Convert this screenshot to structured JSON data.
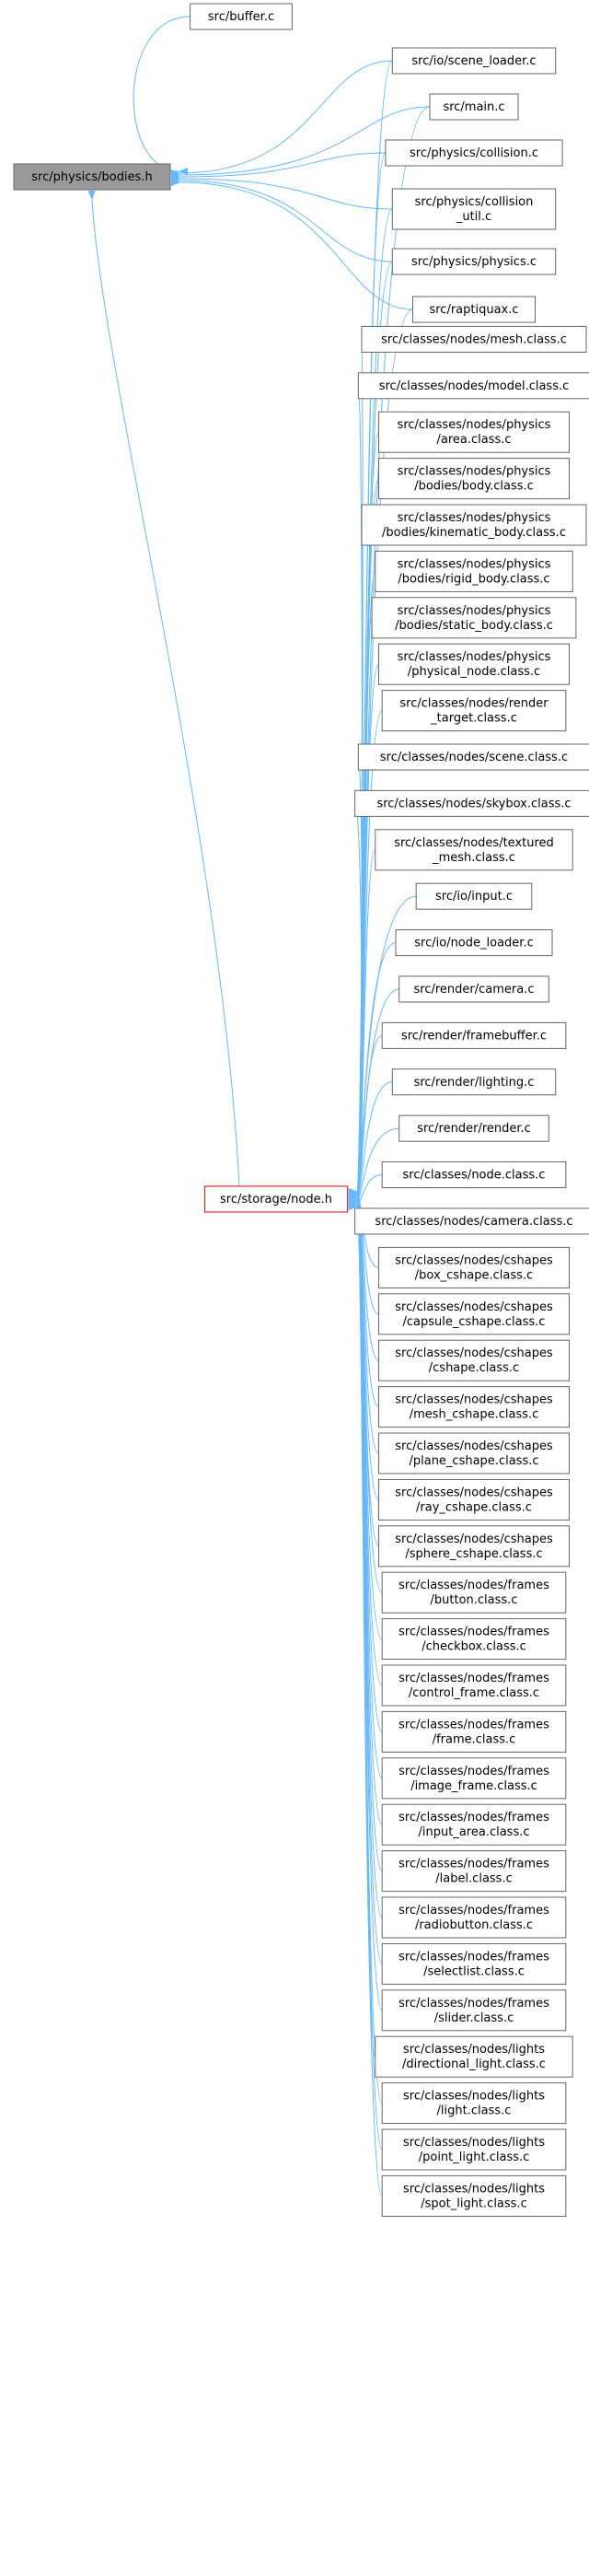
{
  "graph": {
    "focus": "src/physics/bodies.h",
    "mid": "src/storage/node.h",
    "colors": {
      "edge": "#63b8ff",
      "node_border": "#666666",
      "focus_fill": "#999999",
      "mid_border": "#ff0000",
      "node_fill": "#ffffff"
    },
    "direct_includers": [
      [
        "src/buffer.c"
      ],
      [
        "src/io/scene_loader.c"
      ],
      [
        "src/main.c"
      ],
      [
        "src/physics/collision.c"
      ],
      [
        "src/physics/collision",
        "_util.c"
      ],
      [
        "src/physics/physics.c"
      ],
      [
        "src/raptiquax.c"
      ]
    ],
    "node_h_includers": [
      [
        "src/io/scene_loader.c"
      ],
      [
        "src/main.c"
      ],
      [
        "src/physics/collision.c"
      ],
      [
        "src/physics/collision",
        "_util.c"
      ],
      [
        "src/physics/physics.c"
      ],
      [
        "src/raptiquax.c"
      ],
      [
        "src/classes/nodes/mesh.class.c"
      ],
      [
        "src/classes/nodes/model.class.c"
      ],
      [
        "src/classes/nodes/physics",
        "/area.class.c"
      ],
      [
        "src/classes/nodes/physics",
        "/bodies/body.class.c"
      ],
      [
        "src/classes/nodes/physics",
        "/bodies/kinematic_body.class.c"
      ],
      [
        "src/classes/nodes/physics",
        "/bodies/rigid_body.class.c"
      ],
      [
        "src/classes/nodes/physics",
        "/bodies/static_body.class.c"
      ],
      [
        "src/classes/nodes/physics",
        "/physical_node.class.c"
      ],
      [
        "src/classes/nodes/render",
        "_target.class.c"
      ],
      [
        "src/classes/nodes/scene.class.c"
      ],
      [
        "src/classes/nodes/skybox.class.c"
      ],
      [
        "src/classes/nodes/textured",
        "_mesh.class.c"
      ],
      [
        "src/io/input.c"
      ],
      [
        "src/io/node_loader.c"
      ],
      [
        "src/render/camera.c"
      ],
      [
        "src/render/framebuffer.c"
      ],
      [
        "src/render/lighting.c"
      ],
      [
        "src/render/render.c"
      ],
      [
        "src/classes/node.class.c"
      ],
      [
        "src/classes/nodes/camera.class.c"
      ],
      [
        "src/classes/nodes/cshapes",
        "/box_cshape.class.c"
      ],
      [
        "src/classes/nodes/cshapes",
        "/capsule_cshape.class.c"
      ],
      [
        "src/classes/nodes/cshapes",
        "/cshape.class.c"
      ],
      [
        "src/classes/nodes/cshapes",
        "/mesh_cshape.class.c"
      ],
      [
        "src/classes/nodes/cshapes",
        "/plane_cshape.class.c"
      ],
      [
        "src/classes/nodes/cshapes",
        "/ray_cshape.class.c"
      ],
      [
        "src/classes/nodes/cshapes",
        "/sphere_cshape.class.c"
      ],
      [
        "src/classes/nodes/frames",
        "/button.class.c"
      ],
      [
        "src/classes/nodes/frames",
        "/checkbox.class.c"
      ],
      [
        "src/classes/nodes/frames",
        "/control_frame.class.c"
      ],
      [
        "src/classes/nodes/frames",
        "/frame.class.c"
      ],
      [
        "src/classes/nodes/frames",
        "/image_frame.class.c"
      ],
      [
        "src/classes/nodes/frames",
        "/input_area.class.c"
      ],
      [
        "src/classes/nodes/frames",
        "/label.class.c"
      ],
      [
        "src/classes/nodes/frames",
        "/radiobutton.class.c"
      ],
      [
        "src/classes/nodes/frames",
        "/selectlist.class.c"
      ],
      [
        "src/classes/nodes/frames",
        "/slider.class.c"
      ],
      [
        "src/classes/nodes/lights",
        "/directional_light.class.c"
      ],
      [
        "src/classes/nodes/lights",
        "/light.class.c"
      ],
      [
        "src/classes/nodes/lights",
        "/point_light.class.c"
      ],
      [
        "src/classes/nodes/lights",
        "/spot_light.class.c"
      ]
    ]
  }
}
